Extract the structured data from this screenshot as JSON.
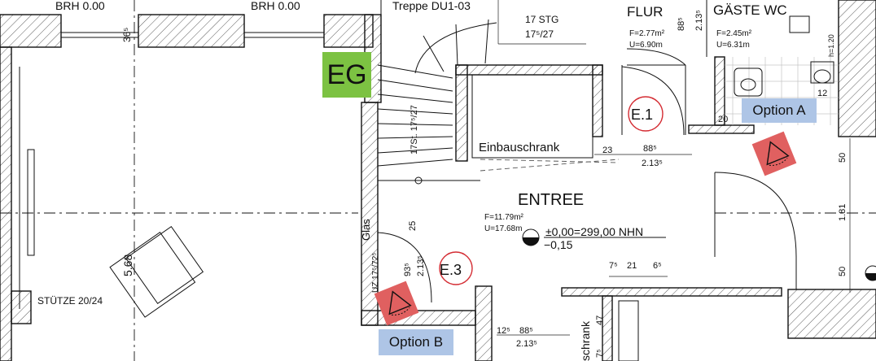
{
  "labels": {
    "eg": "EG",
    "option_a": "Option A",
    "option_b": "Option B",
    "entree": "ENTREE",
    "flur": "FLUR",
    "gaeste_wc": "GÄSTE WC",
    "treppe": "Treppe DU1-03",
    "brh_left": "BRH 0.00",
    "brh_right": "BRH 0.00",
    "einbauschrank": "Einbauschrank",
    "schrank": "schrank",
    "stuetze": "STÜTZE 20/24",
    "glas": "Glas",
    "room_e1": "E.1",
    "room_e3": "E.3",
    "stg": "17 STG",
    "stg_ratio": "17⁵/27",
    "stair_label": "17St. 17⁵/27",
    "entree_area": "F=11.79m²",
    "entree_perim": "U=17.68m",
    "level": "±0,00=299,00 NHN",
    "level2": "−0,15",
    "flur_area": "F=2.77m²",
    "flur_perim": "U=6.90m",
    "wc_area": "F=2.45m²",
    "wc_perim": "U=6.31m"
  },
  "dimensions": {
    "d_36": "36⁵",
    "d_88_flur": "88⁵",
    "d_213_flur": "2.13⁵",
    "d_23": "23",
    "d_88_e1": "88⁵",
    "d_213_e1": "2.13⁵",
    "d_20": "20",
    "d_12": "12",
    "d_120": "h=1.20",
    "d_50_top": "50",
    "d_181": "1.81",
    "d_50_bot": "50",
    "d_25": "25",
    "d_93": "93⁵",
    "d_213_e3": "2.13⁵",
    "d_uz": "UZ 17⁵/72⁵",
    "d_7a": "7⁵",
    "d_21": "21",
    "d_6": "6⁵",
    "d_12b": "12⁵",
    "d_88_b": "88⁵",
    "d_213_b": "2.13⁵",
    "d_47": "47",
    "d_568": "5.68",
    "d_7b": "7⁵"
  },
  "colors": {
    "eg_badge": "#7cc242",
    "option_badge": "#aec5e6",
    "sensor": "#e06060",
    "room_circle": "#d42c33"
  }
}
